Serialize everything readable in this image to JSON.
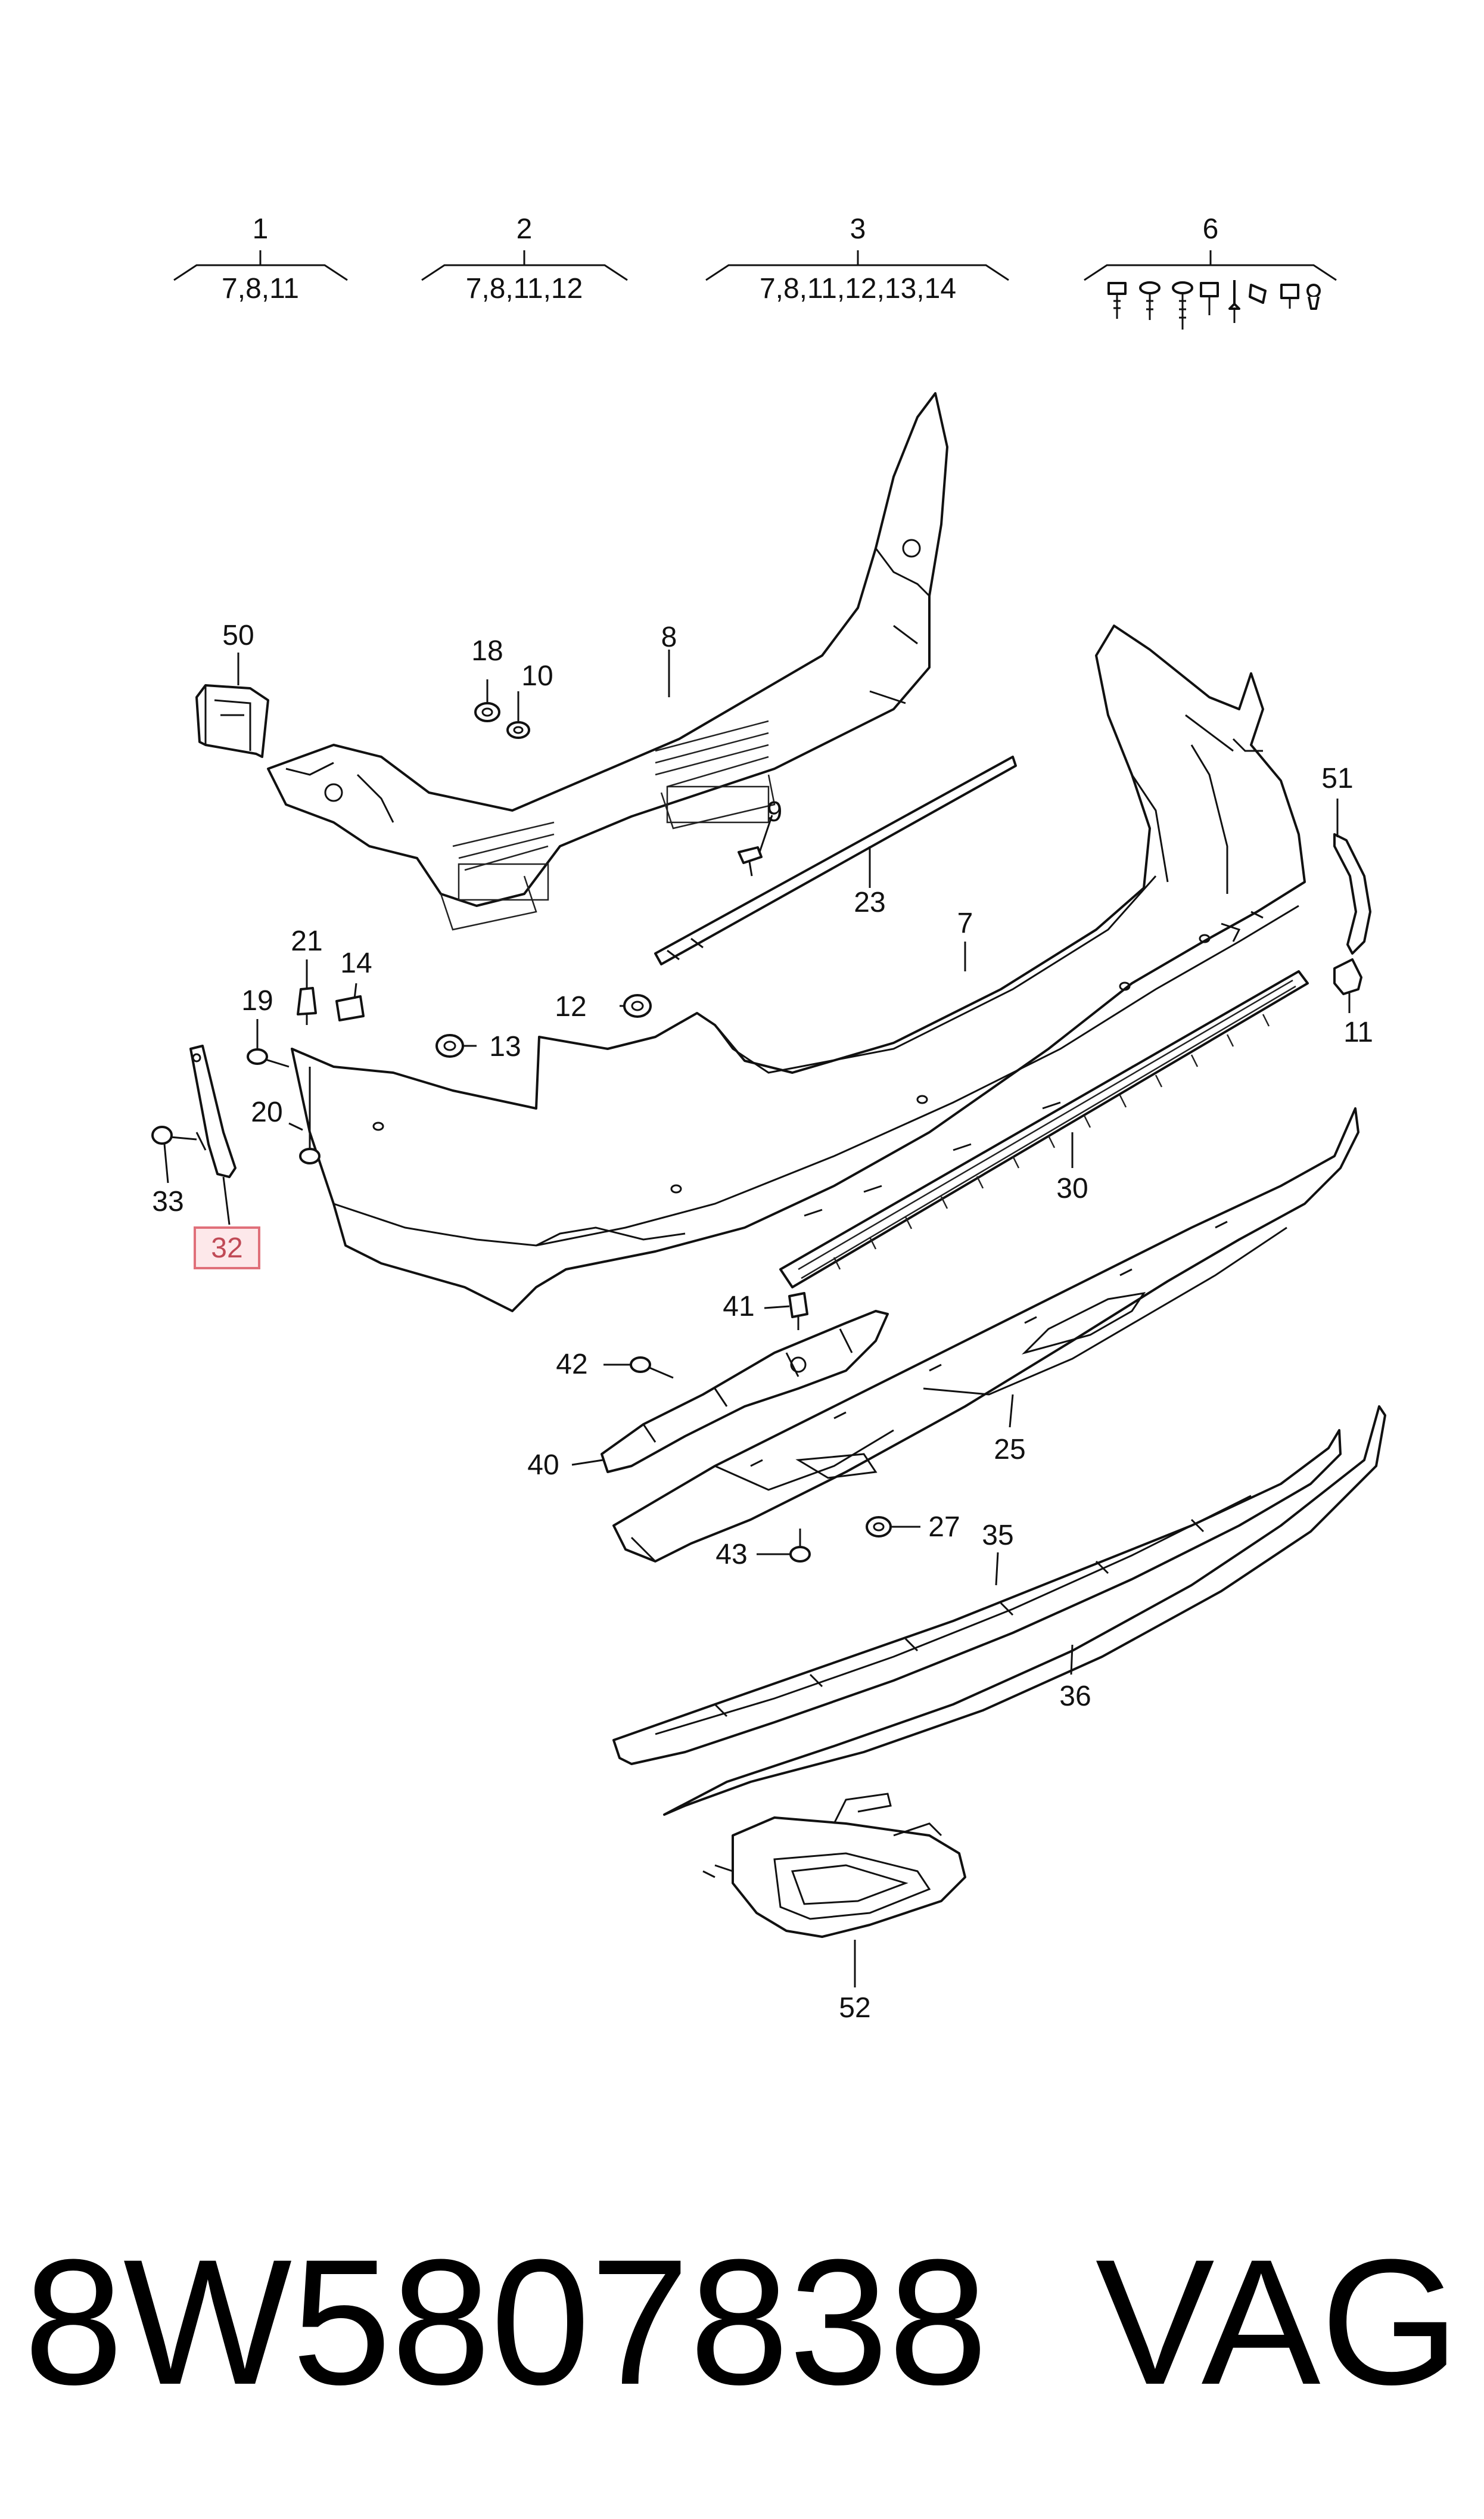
{
  "groups": [
    {
      "number": "1",
      "parts": "7,8,11"
    },
    {
      "number": "2",
      "parts": "7,8,11,12"
    },
    {
      "number": "3",
      "parts": "7,8,11,12,13,14"
    },
    {
      "number": "6",
      "parts": ""
    }
  ],
  "callouts": {
    "c7": "7",
    "c8": "8",
    "c9": "9",
    "c10": "10",
    "c11": "11",
    "c12": "12",
    "c13": "13",
    "c14": "14",
    "c18": "18",
    "c19": "19",
    "c20": "20",
    "c21": "21",
    "c23": "23",
    "c25": "25",
    "c27": "27",
    "c30": "30",
    "c32": "32",
    "c33": "33",
    "c35": "35",
    "c36": "36",
    "c40": "40",
    "c41": "41",
    "c42": "42",
    "c43": "43",
    "c50": "50",
    "c51": "51",
    "c52": "52"
  },
  "highlight": {
    "callout": "32",
    "color": "#e0707a",
    "fill": "#fde8ea"
  },
  "footer": {
    "part_number": "8W5807838",
    "brand": "VAG"
  }
}
